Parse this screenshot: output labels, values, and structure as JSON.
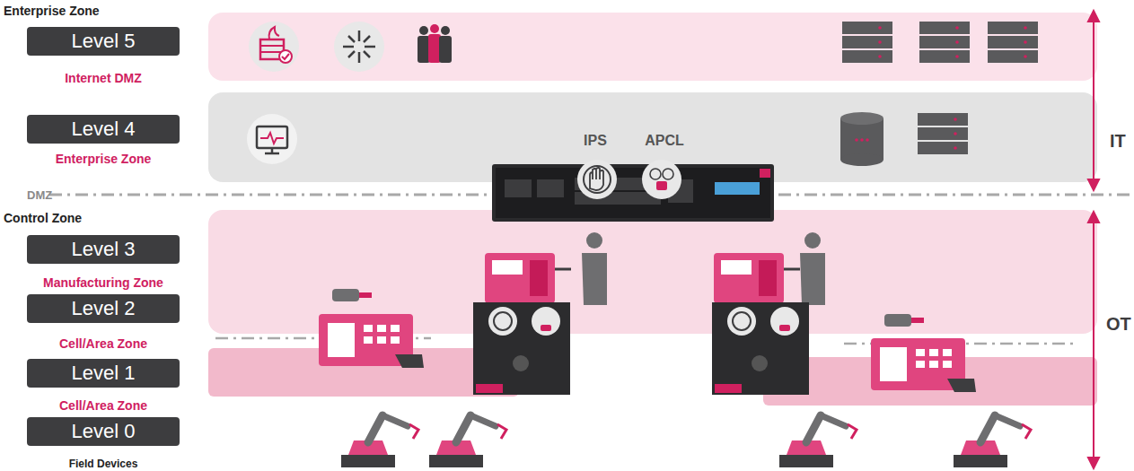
{
  "diagram": {
    "nodes": [
      {
        "text": [
          "Level 5"
        ]
      },
      {
        "text": [
          "Level 4"
        ]
      },
      {
        "text": [
          "Level 3"
        ]
      },
      {
        "text": [
          "Level 2"
        ]
      },
      {
        "text": [
          "Level 1"
        ]
      },
      {
        "text": [
          "Level 0"
        ]
      }
    ],
    "labels": [
      "Enterprise Zone",
      "Internet DMZ",
      "Enterprise Zone",
      "IT",
      "IPS",
      "APCL",
      "DMZ",
      "Control Zone",
      "Manufacturing Zone",
      "Cell/Area Zone",
      "Cell/Area Zone",
      "Field Devices",
      "OT"
    ]
  }
}
